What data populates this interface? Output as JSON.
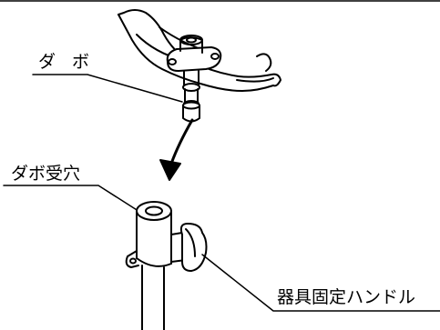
{
  "labels": {
    "dowel": "ダ ボ",
    "dowel_receiver": "ダボ受穴",
    "fixture_handle": "器具固定ハンドル"
  },
  "colors": {
    "line": "#000000",
    "background": "#ffffff"
  },
  "icons": {
    "arrow": "curved-down-arrow"
  }
}
